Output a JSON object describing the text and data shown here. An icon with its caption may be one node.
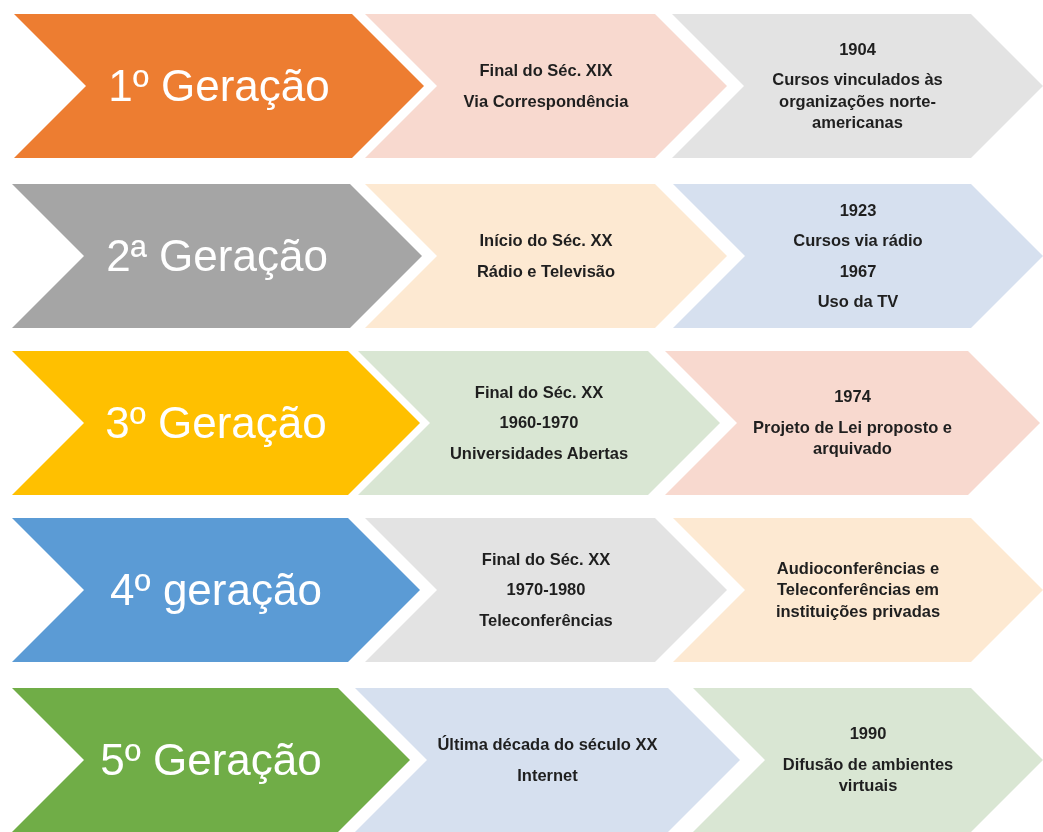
{
  "diagram": {
    "nodes": [
      {
        "text": [
          "1º Geração"
        ]
      },
      {
        "text": [
          "Final do Séc. XIX",
          "Via Correspondência"
        ]
      },
      {
        "text": [
          "1904",
          "Cursos vinculados às organizações norte-americanas"
        ]
      },
      {
        "text": [
          "2ª Geração"
        ]
      },
      {
        "text": [
          "Início do Séc. XX",
          "Rádio e Televisão"
        ]
      },
      {
        "text": [
          "1923",
          "Cursos via rádio",
          "1967",
          "Uso da TV"
        ]
      },
      {
        "text": [
          "3º Geração"
        ]
      },
      {
        "text": [
          "Final do Séc. XX",
          "1960-1970",
          "Universidades Abertas"
        ]
      },
      {
        "text": [
          "1974",
          "Projeto de Lei proposto e arquivado"
        ]
      },
      {
        "text": [
          "4º geração"
        ]
      },
      {
        "text": [
          "Final do Séc. XX",
          "1970-1980",
          "Teleconferências"
        ]
      },
      {
        "text": [
          "Audioconferências e Teleconferências em instituições privadas"
        ]
      },
      {
        "text": [
          "5º Geração"
        ]
      },
      {
        "text": [
          "Última década do século XX",
          "Internet"
        ]
      },
      {
        "text": [
          "1990",
          "Difusão de ambientes virtuais"
        ]
      }
    ]
  }
}
